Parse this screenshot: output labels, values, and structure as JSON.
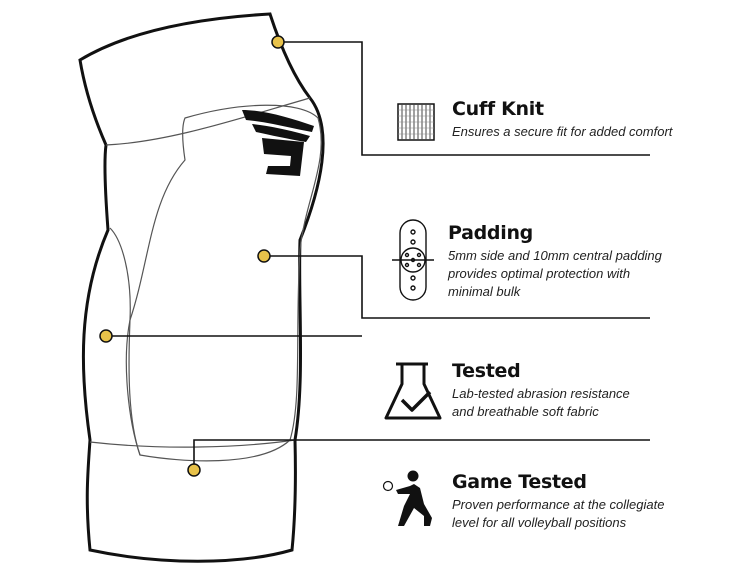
{
  "colors": {
    "stroke": "#111111",
    "outline_gray": "#555555",
    "callout_dot": "#e8c24a",
    "background": "#ffffff"
  },
  "features": [
    {
      "id": "cuff-knit",
      "title": "Cuff Knit",
      "description": "Ensures a secure fit for added comfort",
      "icon": "knit-swatch-icon"
    },
    {
      "id": "padding",
      "title": "Padding",
      "description": "5mm side and 10mm central padding\nprovides optimal protection with\nminimal bulk",
      "icon": "padding-pattern-icon"
    },
    {
      "id": "tested",
      "title": "Tested",
      "description": "Lab-tested abrasion resistance\nand breathable soft fabric",
      "icon": "flask-check-icon"
    },
    {
      "id": "game-tested",
      "title": "Game Tested",
      "description": "Proven performance at the collegiate\nlevel for all volleyball positions",
      "icon": "volleyball-player-icon"
    }
  ]
}
